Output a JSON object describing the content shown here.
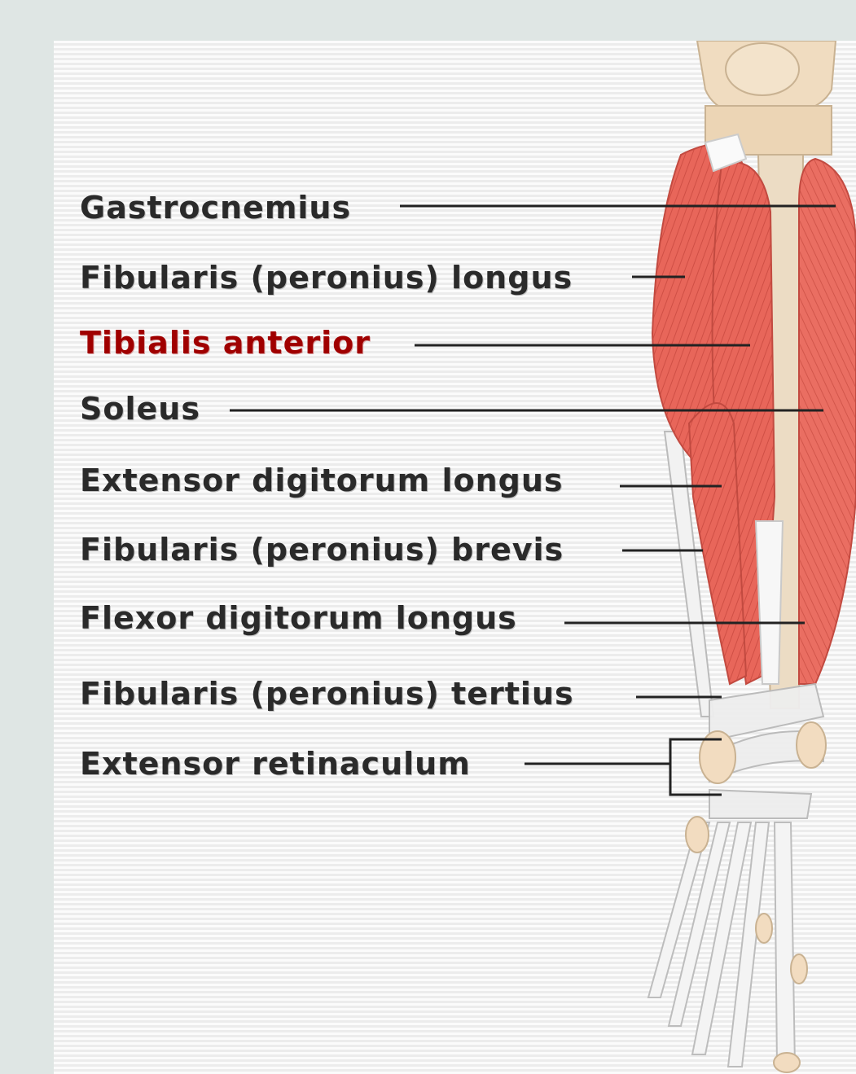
{
  "labels": [
    {
      "id": "gastrocnemius",
      "text": "Gastrocnemius",
      "highlight": false
    },
    {
      "id": "fibularis-longus",
      "text": "Fibularis (peronius) longus",
      "highlight": false
    },
    {
      "id": "tibialis-anterior",
      "text": "Tibialis anterior",
      "highlight": true
    },
    {
      "id": "soleus",
      "text": "Soleus",
      "highlight": false
    },
    {
      "id": "extensor-digitorum-longus",
      "text": "Extensor digitorum longus",
      "highlight": false
    },
    {
      "id": "fibularis-brevis",
      "text": "Fibularis (peronius) brevis",
      "highlight": false
    },
    {
      "id": "flexor-digitorum-longus",
      "text": "Flexor digitorum longus",
      "highlight": false
    },
    {
      "id": "fibularis-tertius",
      "text": "Fibularis (peronius) tertius",
      "highlight": false
    },
    {
      "id": "extensor-retinaculum",
      "text": "Extensor retinaculum",
      "highlight": false
    }
  ],
  "colors": {
    "background": "#dfe6e4",
    "label_text": "#2a2a2a",
    "highlight_text": "#a00000",
    "muscle": "#e8665a",
    "bone": "#f0dcc0",
    "tendon": "#f7f7f7",
    "leader_line": "#222222"
  }
}
